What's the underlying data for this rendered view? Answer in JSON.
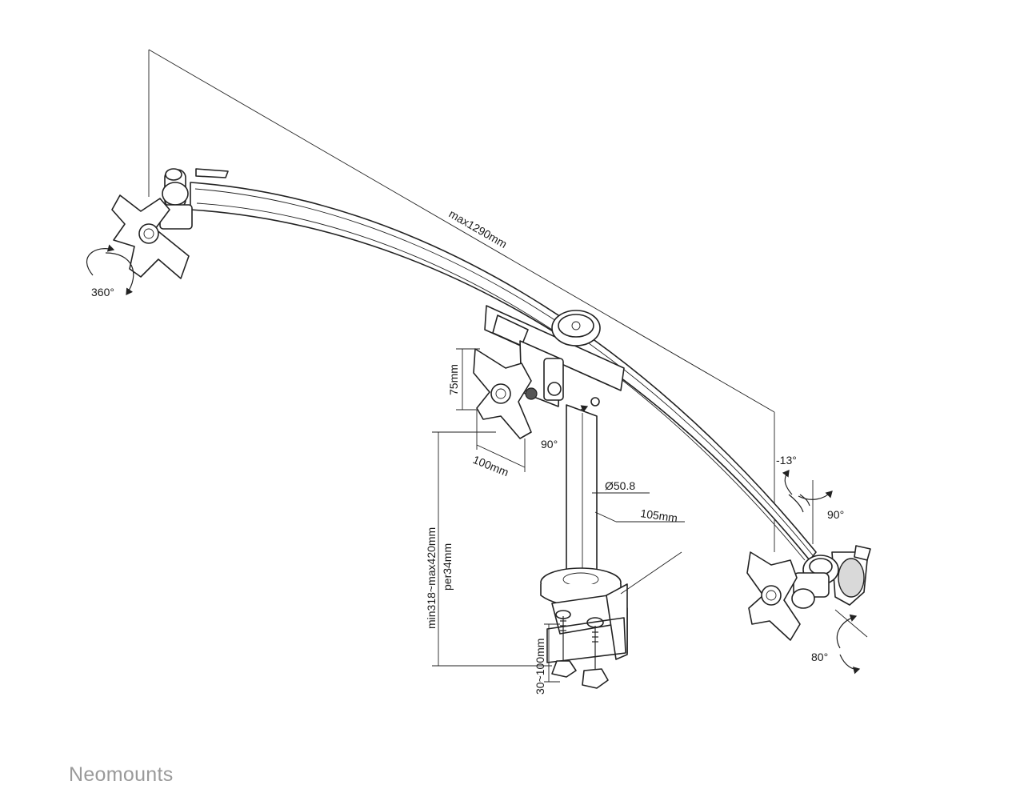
{
  "brand": "Neomounts",
  "dimensions": {
    "overall_width": "max1290mm",
    "vesa_height": "75mm",
    "vesa_width": "100mm",
    "pole_diameter": "Ø50.8",
    "clamp_depth": "105mm",
    "height_range": "min318~max420mm",
    "height_step": "per34mm",
    "desk_thickness": "30~100mm"
  },
  "rotations": {
    "rotate": "360°",
    "center_swivel": "90°",
    "tilt": "-13°",
    "right_swivel": "90°",
    "right_pivot": "80°"
  },
  "icons": [
    "rotation-arrow-icon"
  ]
}
